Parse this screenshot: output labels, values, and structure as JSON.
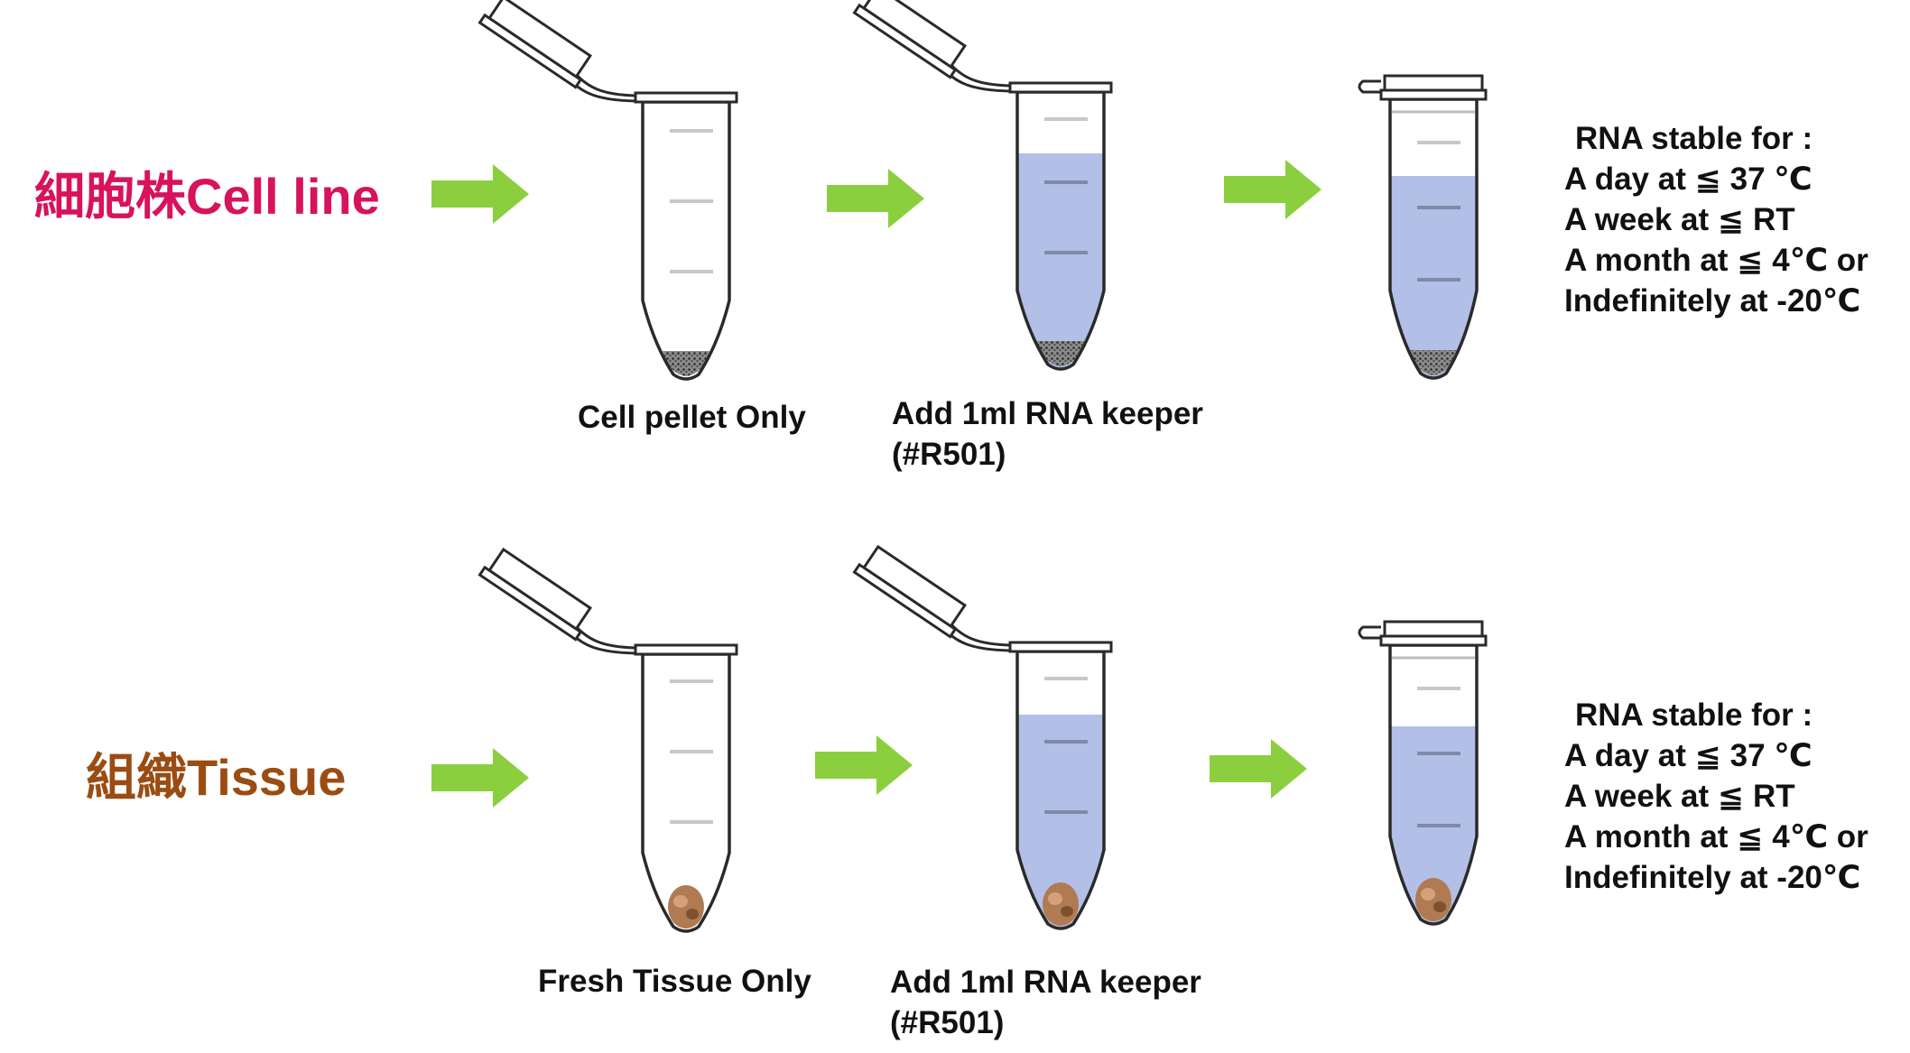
{
  "colors": {
    "cell_line_label": "#d8125b",
    "tissue_label": "#9b4c12",
    "arrow": "#8ccf3e",
    "liquid": "#b2bfe6",
    "tube_outline": "#2a2a2a",
    "graduation_mark": "#c8c8c8",
    "pellet": "#4a4a4a",
    "tissue_piece": "#b07a52"
  },
  "rows": [
    {
      "label": "細胞株Cell line",
      "sample": "cell-pellet",
      "steps": [
        {
          "caption_lines": [
            "Cell pellet Only"
          ],
          "tube": "open",
          "liquid": false
        },
        {
          "caption_lines": [
            "Add 1ml RNA keeper",
            "(#R501)"
          ],
          "tube": "open",
          "liquid": true
        },
        {
          "caption_lines": [],
          "tube": "closed",
          "liquid": true
        }
      ],
      "stability": {
        "title": "RNA stable for :",
        "lines": [
          "A day at ≦ 37 ℃",
          "A week at ≦ RT",
          "A month at ≦ 4℃ or",
          "Indefinitely at -20℃"
        ]
      }
    },
    {
      "label": "組織Tissue",
      "sample": "tissue",
      "steps": [
        {
          "caption_lines": [
            "Fresh Tissue Only"
          ],
          "tube": "open",
          "liquid": false
        },
        {
          "caption_lines": [
            "Add 1ml RNA keeper",
            "(#R501)"
          ],
          "tube": "open",
          "liquid": true
        },
        {
          "caption_lines": [],
          "tube": "closed",
          "liquid": true
        }
      ],
      "stability": {
        "title": "RNA stable for :",
        "lines": [
          "A day at ≦ 37 ℃",
          "A week at ≦ RT",
          "A month at ≦ 4℃ or",
          "Indefinitely at -20℃"
        ]
      }
    }
  ]
}
